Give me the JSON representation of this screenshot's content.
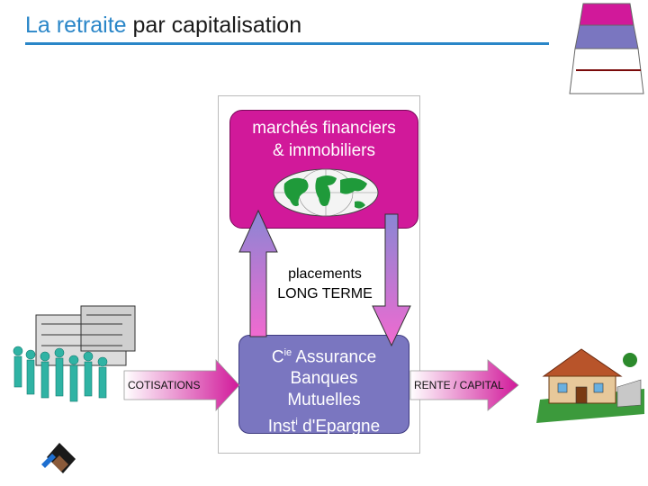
{
  "header": {
    "title_accent": "La retraite",
    "title_rest": " par capitalisation"
  },
  "diagram": {
    "markets_line1": "marchés financiers",
    "markets_line2": "& immobiliers",
    "placements_line1": "placements",
    "placements_line2": "LONG TERME",
    "insurer_line1_base": "C",
    "insurer_line1_sup": "ie",
    "insurer_line1_rest": " Assurance",
    "insurer_line2": "Banques",
    "insurer_line3": "Mutuelles",
    "insurer_line4_base": "Inst",
    "insurer_line4_sup": "i",
    "insurer_line4_rest": " d'Epargne",
    "left_arrow_label": "COTISATIONS",
    "right_arrow_label": "RENTE / CAPITAL"
  },
  "colors": {
    "accent_blue": "#2a86c8",
    "magenta": "#d1199a",
    "purple": "#7a76c0"
  },
  "icons": [
    "pyramid-icon",
    "globe-icon",
    "people-building-icon",
    "house-icon",
    "coin-icon"
  ]
}
